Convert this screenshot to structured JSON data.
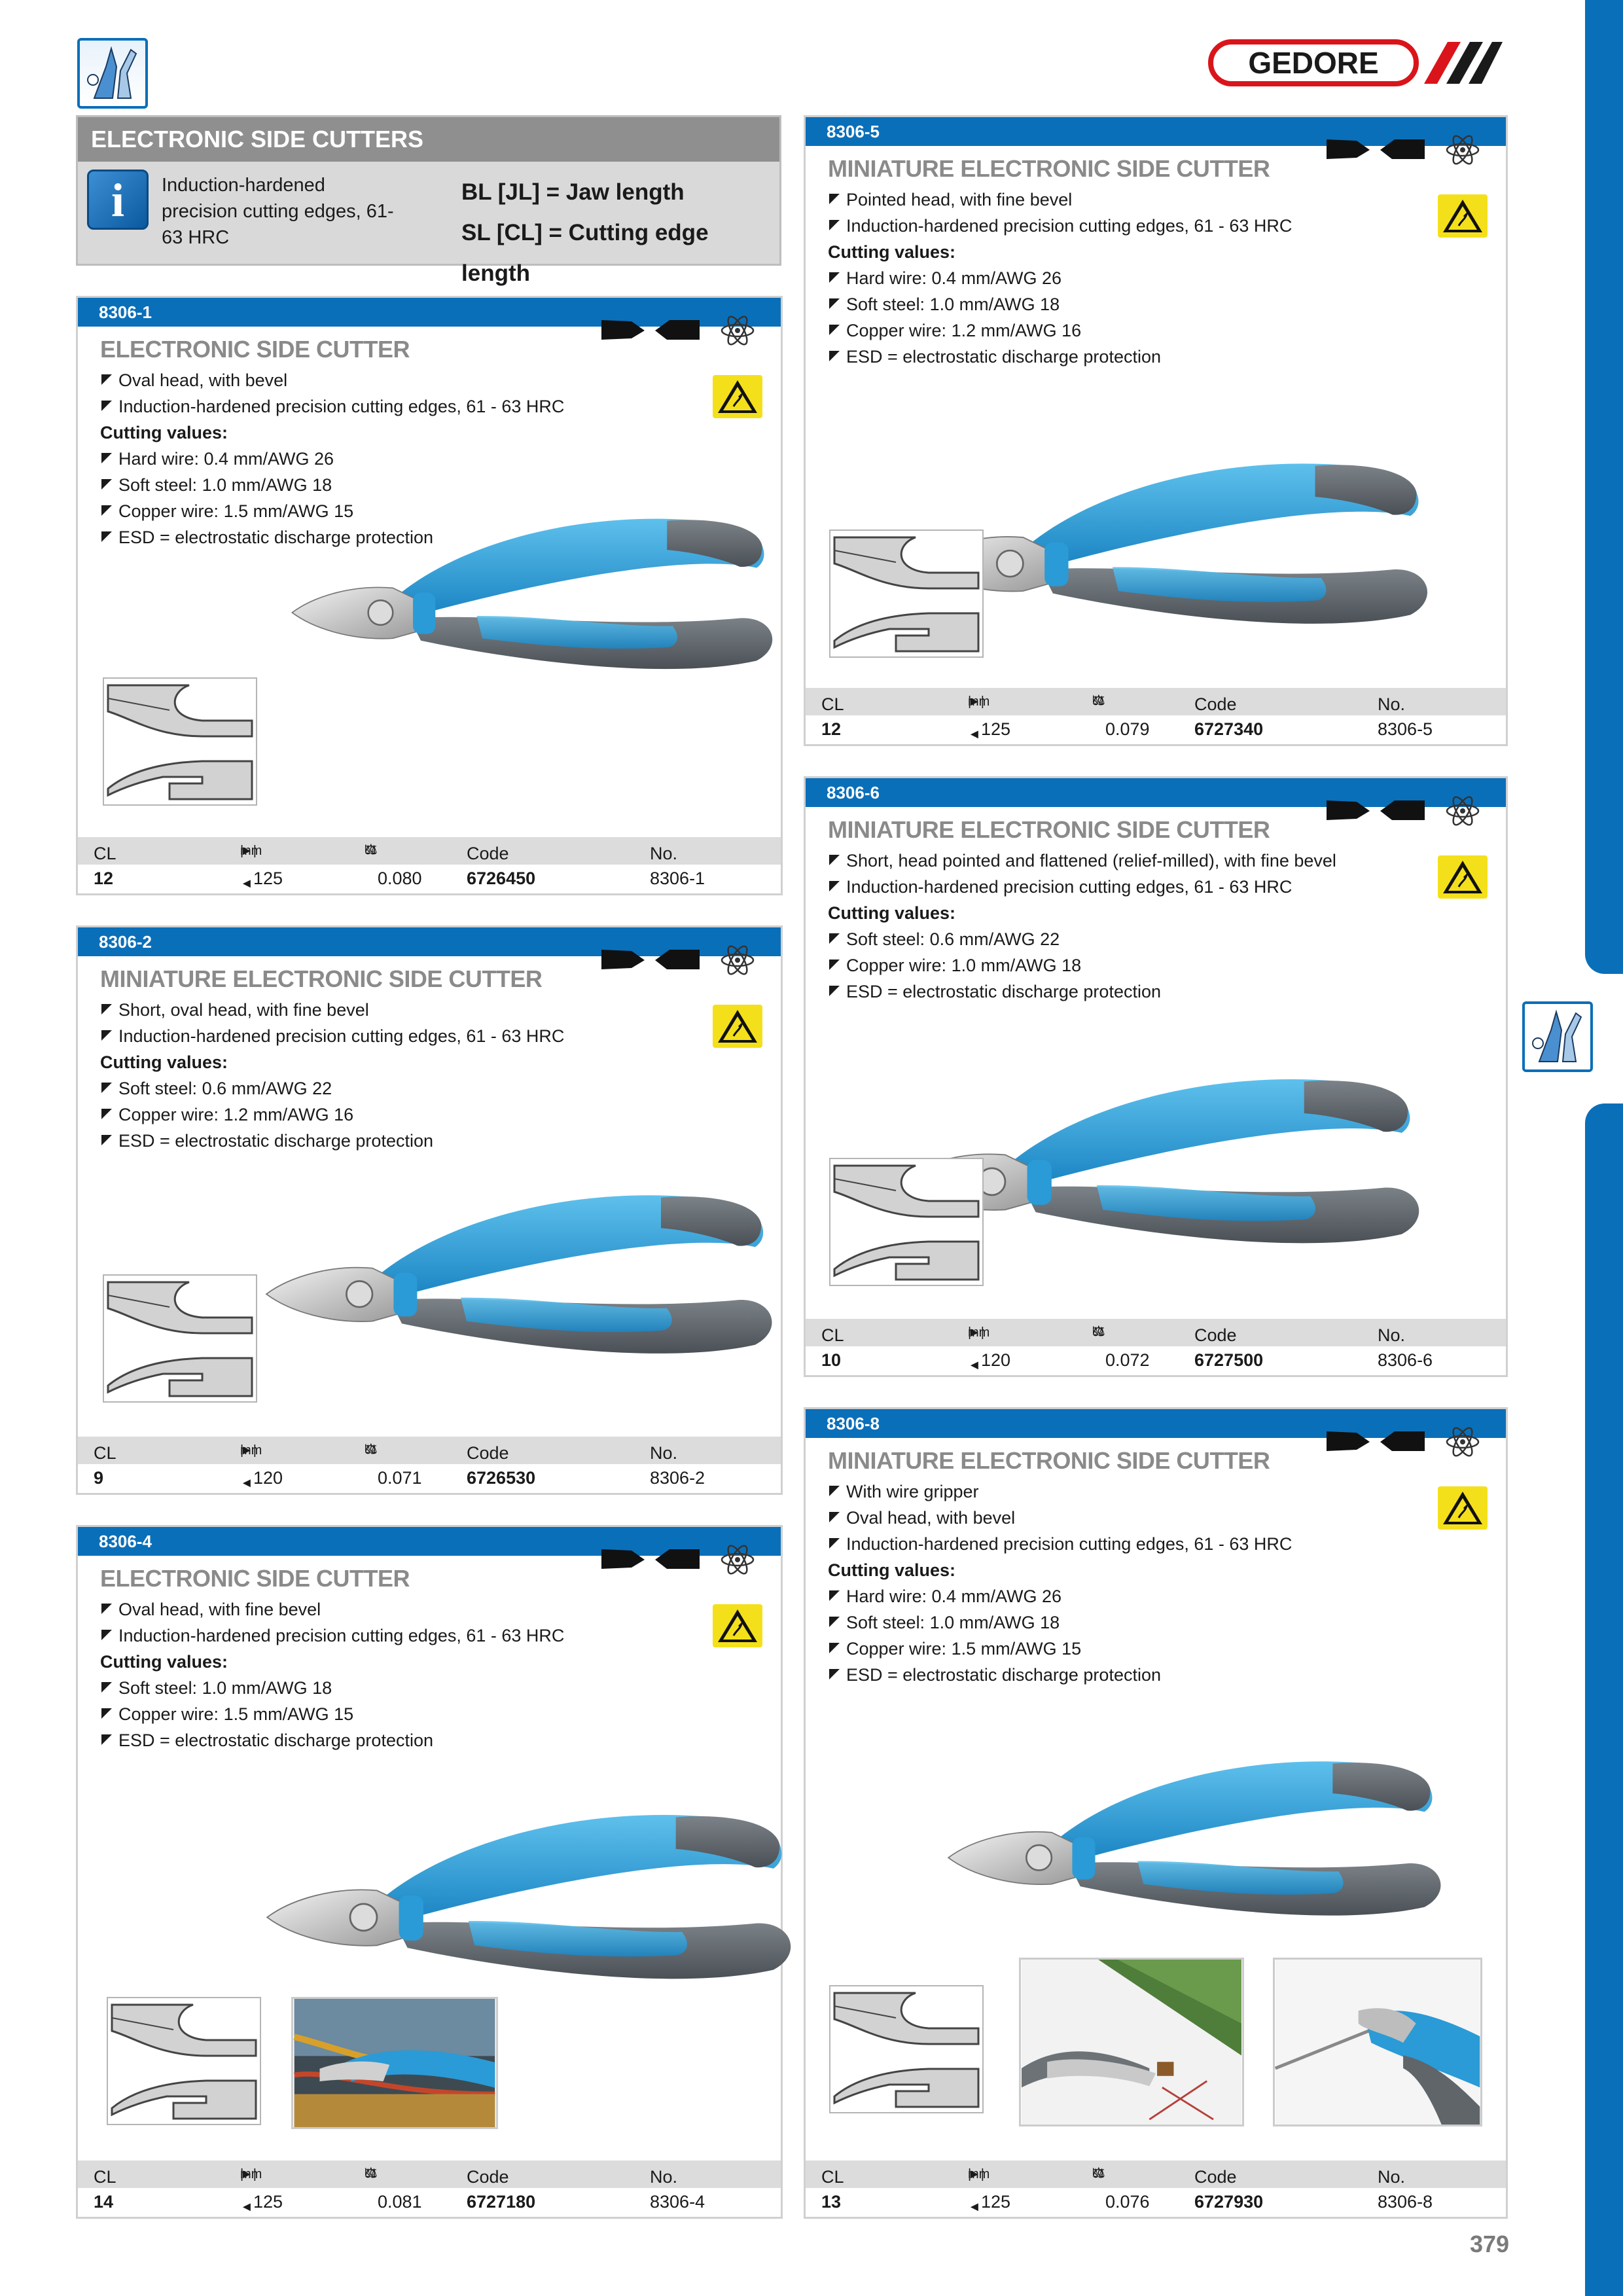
{
  "brand": {
    "name": "GEDORE",
    "red": "#d9151b",
    "blue": "#0a6fb9"
  },
  "header": {
    "title": "ELECTRONIC SIDE CUTTERS",
    "info_text": "Induction-hardened precision cutting edges, 61-63 HRC",
    "def1": "BL [JL] = Jaw length",
    "def2": "SL [CL] = Cutting edge length"
  },
  "spec_labels": {
    "cl": "CL",
    "mm": "mm",
    "kg": "kg",
    "code": "Code",
    "no": "No."
  },
  "products": [
    {
      "number": "8306-1",
      "title": "ELECTRONIC SIDE CUTTER",
      "features": [
        "Oval head, with bevel",
        "Induction-hardened precision cutting edges, 61 - 63 HRC"
      ],
      "cutting_header": "Cutting values:",
      "cutting_values": [
        "Hard wire: 0.4 mm/AWG 26",
        "Soft steel: 1.0 mm/AWG 18",
        "Copper wire: 1.5 mm/AWG 15",
        "ESD = electrostatic discharge protection"
      ],
      "spec": {
        "cl": "12",
        "mm": "125",
        "kg": "0.080",
        "code": "6726450",
        "no": "8306-1"
      }
    },
    {
      "number": "8306-2",
      "title": "MINIATURE ELECTRONIC SIDE CUTTER",
      "features": [
        "Short, oval head, with fine bevel",
        "Induction-hardened precision cutting edges, 61 - 63 HRC"
      ],
      "cutting_header": "Cutting values:",
      "cutting_values": [
        "Soft steel: 0.6 mm/AWG 22",
        "Copper wire: 1.2 mm/AWG 16",
        "ESD = electrostatic discharge protection"
      ],
      "spec": {
        "cl": "9",
        "mm": "120",
        "kg": "0.071",
        "code": "6726530",
        "no": "8306-2"
      }
    },
    {
      "number": "8306-4",
      "title": "ELECTRONIC SIDE CUTTER",
      "features": [
        "Oval head, with fine bevel",
        "Induction-hardened precision cutting edges, 61 - 63 HRC"
      ],
      "cutting_header": "Cutting values:",
      "cutting_values": [
        "Soft steel: 1.0 mm/AWG 18",
        "Copper wire: 1.5 mm/AWG 15",
        "ESD = electrostatic discharge protection"
      ],
      "spec": {
        "cl": "14",
        "mm": "125",
        "kg": "0.081",
        "code": "6727180",
        "no": "8306-4"
      }
    },
    {
      "number": "8306-5",
      "title": "MINIATURE ELECTRONIC SIDE CUTTER",
      "features": [
        "Pointed head, with fine bevel",
        "Induction-hardened precision cutting edges, 61 - 63 HRC"
      ],
      "cutting_header": "Cutting values:",
      "cutting_values": [
        "Hard wire: 0.4 mm/AWG 26",
        "Soft steel: 1.0 mm/AWG 18",
        "Copper wire: 1.2 mm/AWG 16",
        "ESD = electrostatic discharge protection"
      ],
      "spec": {
        "cl": "12",
        "mm": "125",
        "kg": "0.079",
        "code": "6727340",
        "no": "8306-5"
      }
    },
    {
      "number": "8306-6",
      "title": "MINIATURE ELECTRONIC SIDE CUTTER",
      "features": [
        "Short, head pointed and flattened (relief-milled), with fine bevel",
        "Induction-hardened precision cutting edges, 61 - 63 HRC"
      ],
      "cutting_header": "Cutting values:",
      "cutting_values": [
        "Soft steel: 0.6 mm/AWG 22",
        "Copper wire: 1.0 mm/AWG 18",
        "ESD = electrostatic discharge protection"
      ],
      "spec": {
        "cl": "10",
        "mm": "120",
        "kg": "0.072",
        "code": "6727500",
        "no": "8306-6"
      }
    },
    {
      "number": "8306-8",
      "title": "MINIATURE ELECTRONIC SIDE CUTTER",
      "features": [
        "With wire gripper",
        "Oval head, with bevel",
        "Induction-hardened precision cutting edges, 61 - 63 HRC"
      ],
      "cutting_header": "Cutting values:",
      "cutting_values": [
        "Hard wire: 0.4 mm/AWG 26",
        "Soft steel: 1.0 mm/AWG 18",
        "Copper wire: 1.5 mm/AWG 15",
        "ESD = electrostatic discharge protection"
      ],
      "spec": {
        "cl": "13",
        "mm": "125",
        "kg": "0.076",
        "code": "6727930",
        "no": "8306-8"
      }
    }
  ],
  "icons": {
    "category": "pliers-category-icon",
    "info": "info-icon",
    "jaw": "jaw-profile-icon",
    "atom": "atom-icon",
    "esd": "esd-warning-icon"
  },
  "page_number": "379"
}
